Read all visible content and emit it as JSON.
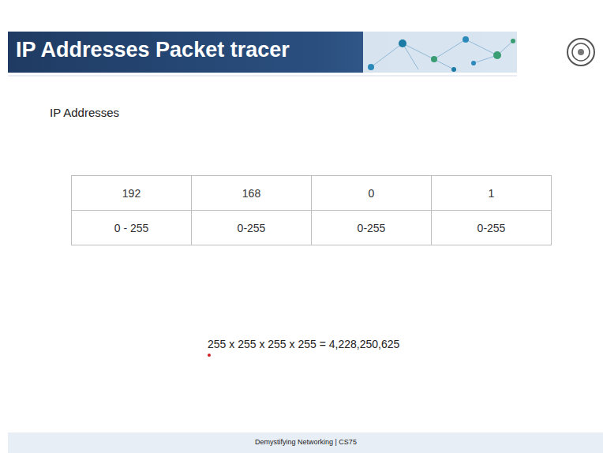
{
  "diagram": {
    "title": "IP Addresses Packet tracer",
    "labels": [
      "IP Addresses",
      "192",
      "168",
      "0",
      "1",
      "0 - 255",
      "0-255",
      "0-255",
      "0-255",
      "255 x 255 x 255 x 255 = 4,228,250,625",
      "Demystifying Networking | CS75"
    ]
  }
}
